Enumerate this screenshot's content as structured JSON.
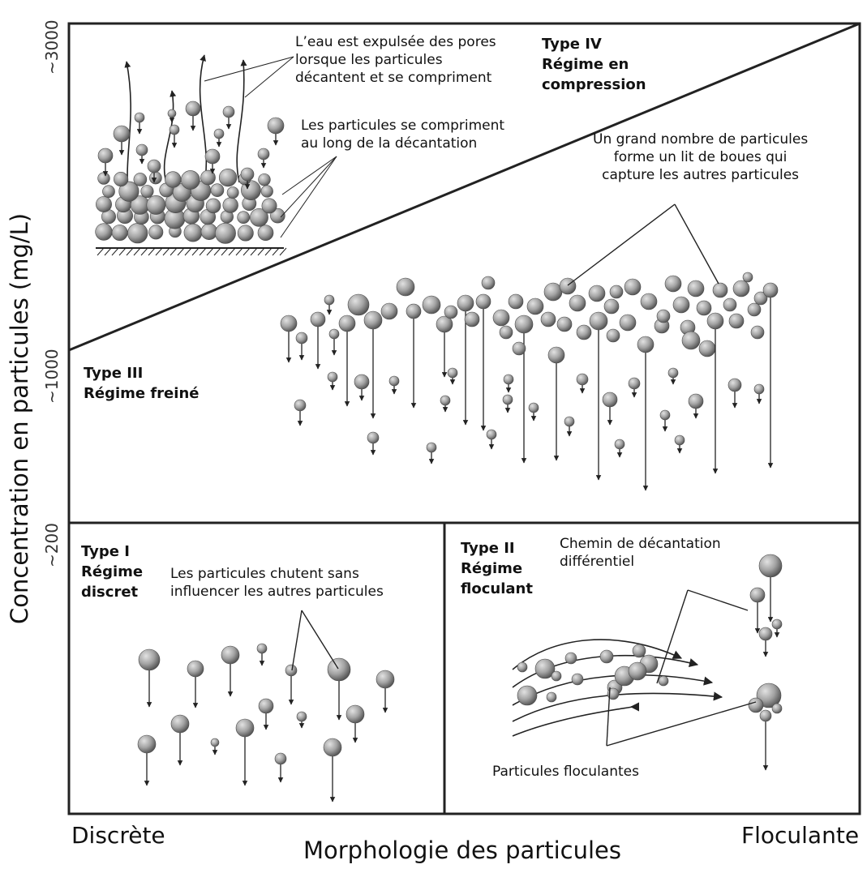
{
  "axes": {
    "y_label": "Concentration en particules (mg/L)",
    "x_label": "Morphologie des particules",
    "x_left": "Discrète",
    "x_right": "Floculante",
    "y_ticks": [
      "~3000",
      "~1000",
      "~200"
    ]
  },
  "regimes": {
    "type4": {
      "type": "Type IV",
      "name_line1": "Régime en",
      "name_line2": "compression"
    },
    "type3": {
      "type": "Type III",
      "name": "Régime freiné"
    },
    "type1": {
      "type": "Type I",
      "name_line1": "Régime",
      "name_line2": "discret"
    },
    "type2": {
      "type": "Type II",
      "name_line1": "Régime",
      "name_line2": "floculant"
    }
  },
  "annotations": {
    "water_line1": "L’eau est expulsée des pores",
    "water_line2": "lorsque les particules",
    "water_line3": "décantent et se compriment",
    "compress_line1": "Les particules se compriment",
    "compress_line2": "au long de la décantation",
    "sludge_line1": "Un grand nombre de particules",
    "sludge_line2": "forme un lit de boues qui",
    "sludge_line3": "capture les autres particules",
    "discrete_line1": "Les particules chutent sans",
    "discrete_line2": "influencer les autres particules",
    "path_line1": "Chemin de décantation",
    "path_line2": "différentiel",
    "floc": "Particules floculantes"
  },
  "colors": {
    "frame": "#222222",
    "particle_light": "#d6d6d6",
    "particle_dark": "#5a5a5a",
    "text": "#111111"
  }
}
